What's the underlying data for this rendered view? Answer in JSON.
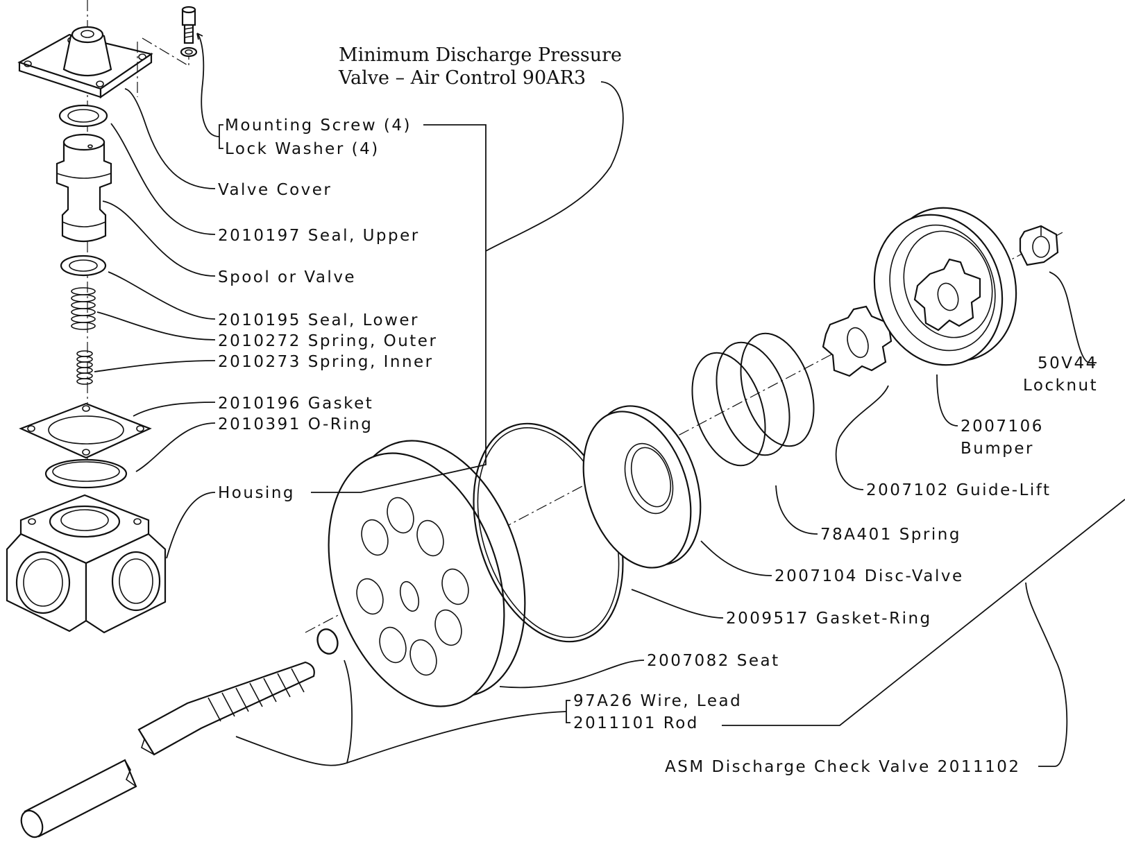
{
  "title": {
    "line1": "Minimum Discharge Pressure",
    "line2": "Valve – Air Control 90AR3"
  },
  "labels": {
    "mounting_screw": "Mounting Screw (4)",
    "lock_washer": "Lock Washer (4)",
    "valve_cover": "Valve Cover",
    "seal_upper": "2010197 Seal, Upper",
    "spool": "Spool or Valve",
    "seal_lower": "2010195 Seal, Lower",
    "spring_outer": "2010272 Spring, Outer",
    "spring_inner": "2010273 Spring, Inner",
    "gasket": "2010196 Gasket",
    "o_ring": "2010391 O-Ring",
    "housing": "Housing",
    "locknut_num": "50V44",
    "locknut": "Locknut",
    "bumper_num": "2007106",
    "bumper": "Bumper",
    "guide_lift": "2007102 Guide-Lift",
    "spring": "78A401 Spring",
    "disc_valve": "2007104 Disc-Valve",
    "gasket_ring": "2009517 Gasket-Ring",
    "seat": "2007082 Seat",
    "wire_lead": "97A26 Wire, Lead",
    "rod": "2011101 Rod",
    "asm_check_valve": "ASM Discharge Check Valve 2011102"
  }
}
